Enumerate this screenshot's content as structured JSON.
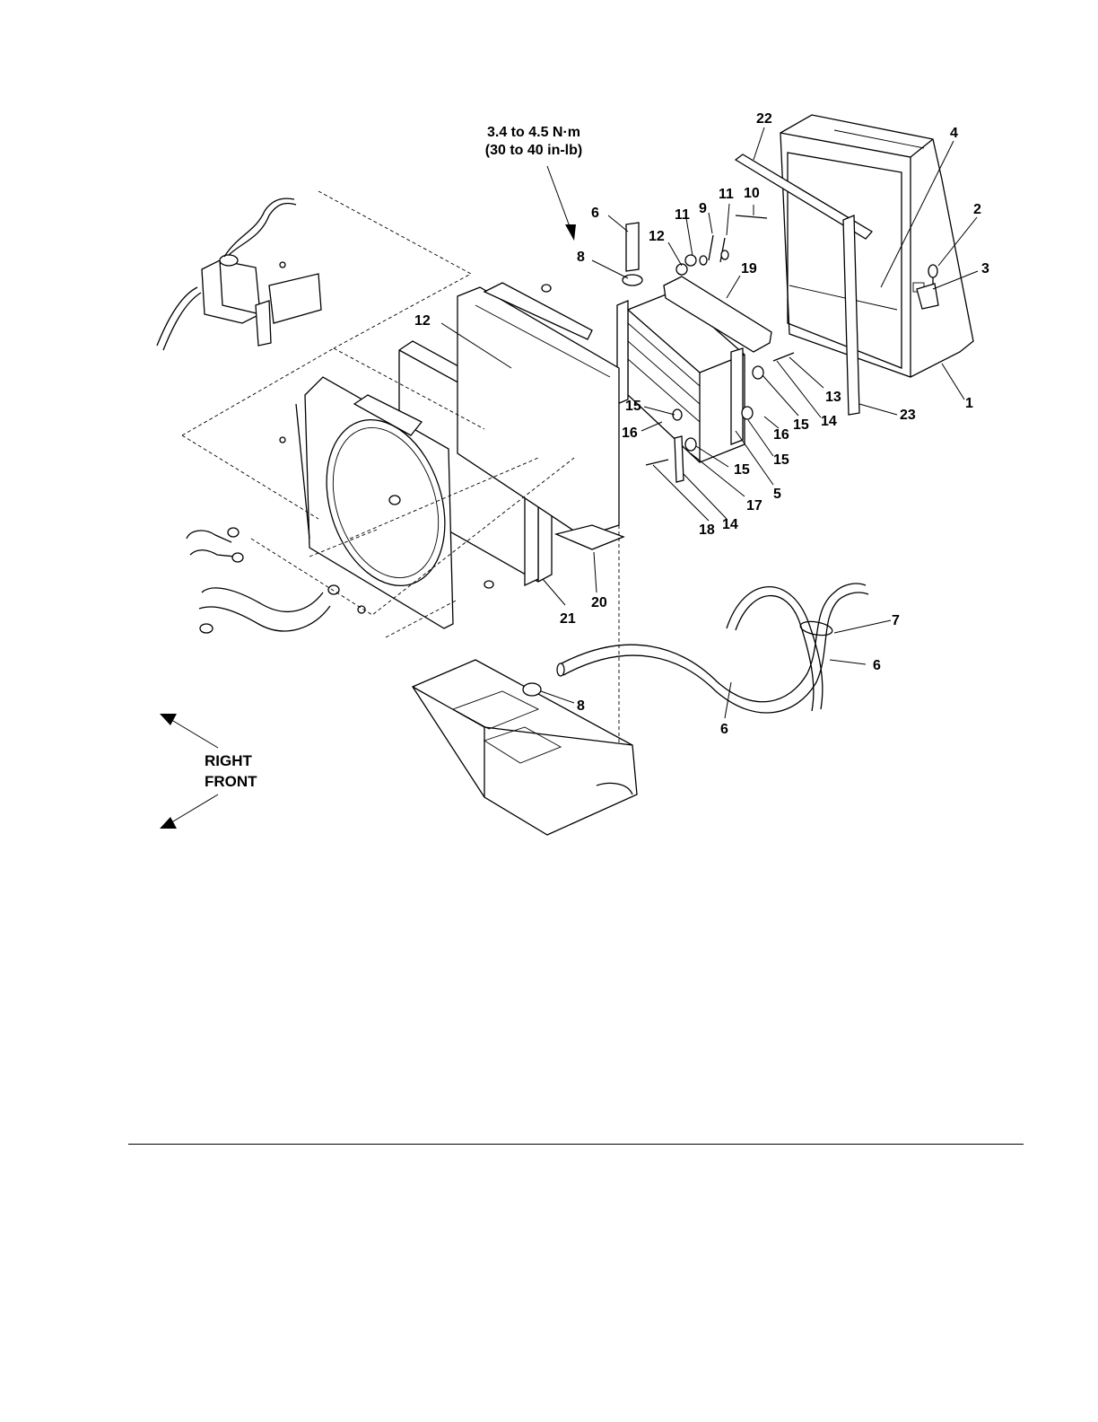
{
  "torque_note": {
    "line1": "3.4 to 4.5 N·m",
    "line2": "(30 to 40 in-lb)"
  },
  "direction": {
    "line1": "RIGHT",
    "line2": "FRONT"
  },
  "callouts": {
    "c22": "22",
    "c4": "4",
    "c2": "2",
    "c3": "3",
    "c1": "1",
    "c23": "23",
    "c6a": "6",
    "c8a": "8",
    "c12a": "12",
    "c11a": "11",
    "c9": "9",
    "c11b": "11",
    "c10": "10",
    "c19": "19",
    "c12b": "12",
    "c13": "13",
    "c14a": "14",
    "c15a": "15",
    "c16a": "16",
    "c15b": "15",
    "c15c": "15",
    "c16b": "16",
    "c15d": "15",
    "c5": "5",
    "c17": "17",
    "c14b": "14",
    "c18": "18",
    "c20": "20",
    "c21": "21",
    "c7": "7",
    "c6b": "6",
    "c8b": "8",
    "c6c": "6"
  }
}
